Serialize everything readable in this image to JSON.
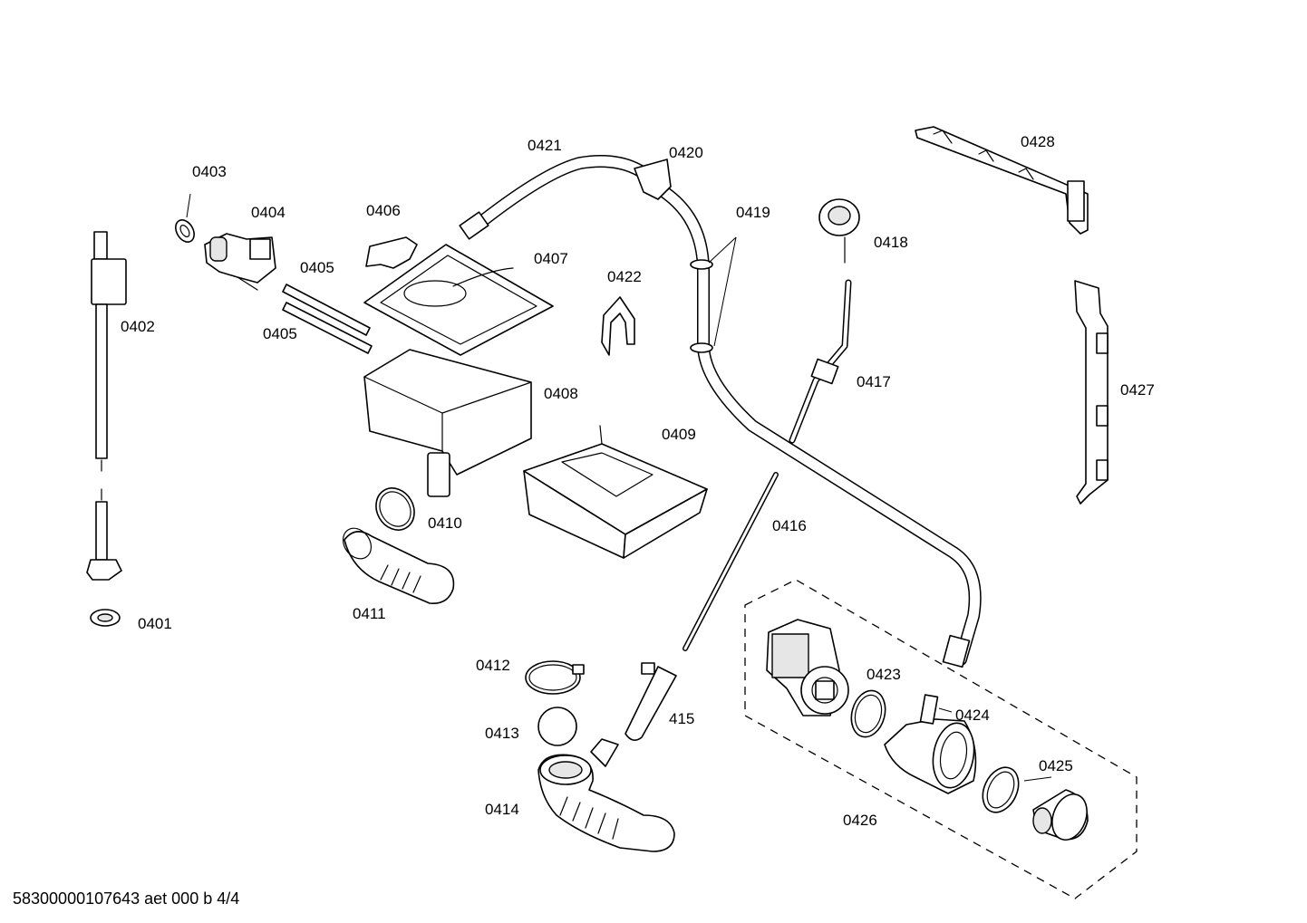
{
  "labels": {
    "p0401": "0401",
    "p0402": "0402",
    "p0403": "0403",
    "p0404": "0404",
    "p0405a": "0405",
    "p0405b": "0405",
    "p0406": "0406",
    "p0407": "0407",
    "p0408": "0408",
    "p0409": "0409",
    "p0410": "0410",
    "p0411": "0411",
    "p0412": "0412",
    "p0413": "0413",
    "p0414": "0414",
    "p415": "415",
    "p0416": "0416",
    "p0417": "0417",
    "p0418": "0418",
    "p0419": "0419",
    "p0420": "0420",
    "p0421": "0421",
    "p0422": "0422",
    "p0423": "0423",
    "p0424": "0424",
    "p0425": "0425",
    "p0426": "0426",
    "p0427": "0427",
    "p0428": "0428"
  },
  "footer": "58300000107643 aet 000 b 4/4"
}
